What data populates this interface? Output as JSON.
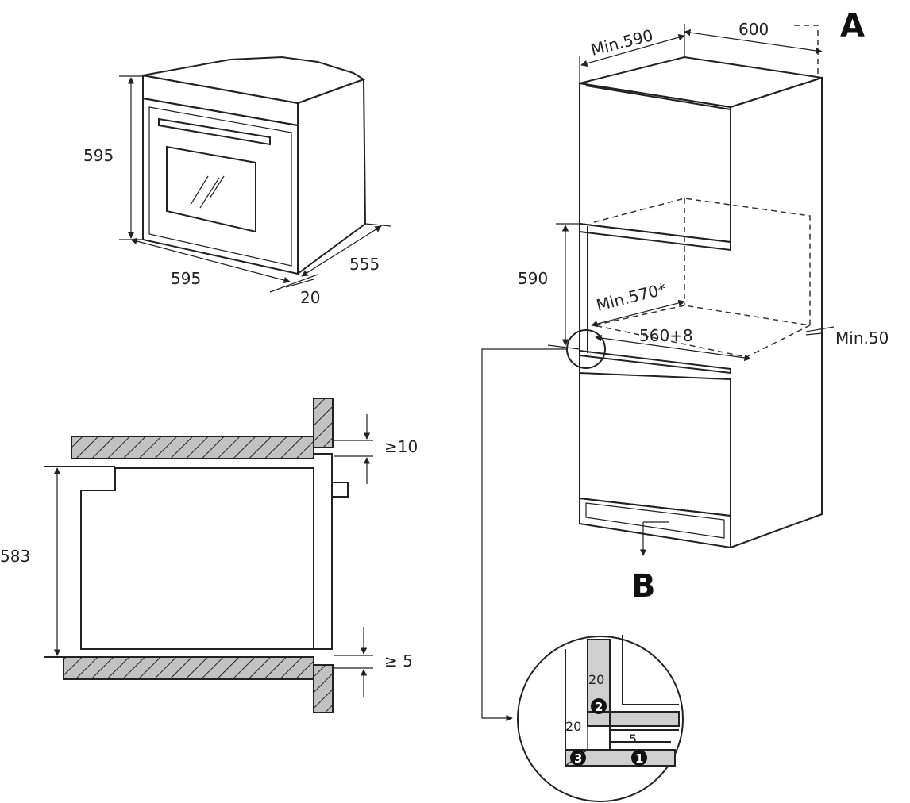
{
  "oven": {
    "height": "595",
    "width": "595",
    "depth": "555",
    "panel": "20"
  },
  "side_view": {
    "height": "583",
    "top_gap": "≥10",
    "bottom_gap": "≥ 5"
  },
  "cabinet": {
    "label_a": "A",
    "label_b": "B",
    "min_width": "Min.590",
    "depth": "600",
    "niche_height": "590",
    "min_niche_depth": "Min.570*",
    "niche_width": "560+8",
    "rear_gap": "Min.50"
  },
  "detail": {
    "dim_top": "20",
    "dim_left": "20",
    "dim_bottom": "5",
    "marker_1": "1",
    "marker_2": "2",
    "marker_3": "3"
  },
  "colors": {
    "line": "#222222",
    "hatch_fill": "#b8b8b8",
    "detail_fill": "#cfcfcf"
  }
}
